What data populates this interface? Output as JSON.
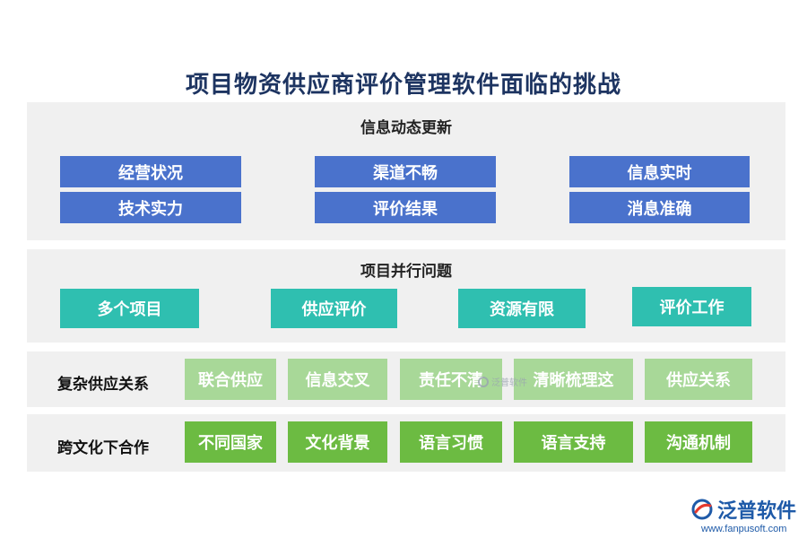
{
  "title": "项目物资供应商评价管理软件面临的挑战",
  "sections": {
    "info_update": {
      "title": "信息动态更新",
      "boxes": [
        "经营状况",
        "渠道不畅",
        "信息实时",
        "技术实力",
        "评价结果",
        "消息准确"
      ]
    },
    "parallel": {
      "title": "项目并行问题",
      "boxes": [
        "多个项目",
        "供应评价",
        "资源有限",
        "评价工作"
      ]
    },
    "complex": {
      "label": "复杂供应关系",
      "boxes": [
        "联合供应",
        "信息交叉",
        "责任不清",
        "清晰梳理这",
        "供应关系"
      ]
    },
    "cross_culture": {
      "label": "跨文化下合作",
      "boxes": [
        "不同国家",
        "文化背景",
        "语言习惯",
        "语言支持",
        "沟通机制"
      ]
    }
  },
  "watermark": "泛普软件",
  "logo": {
    "name": "泛普软件",
    "url": "www.fanpusoft.com"
  },
  "colors": {
    "blue": "#4a72cc",
    "teal": "#2fbfb0",
    "light_green": "#a8d898",
    "dark_green": "#6cbb42",
    "title": "#1d3461"
  }
}
